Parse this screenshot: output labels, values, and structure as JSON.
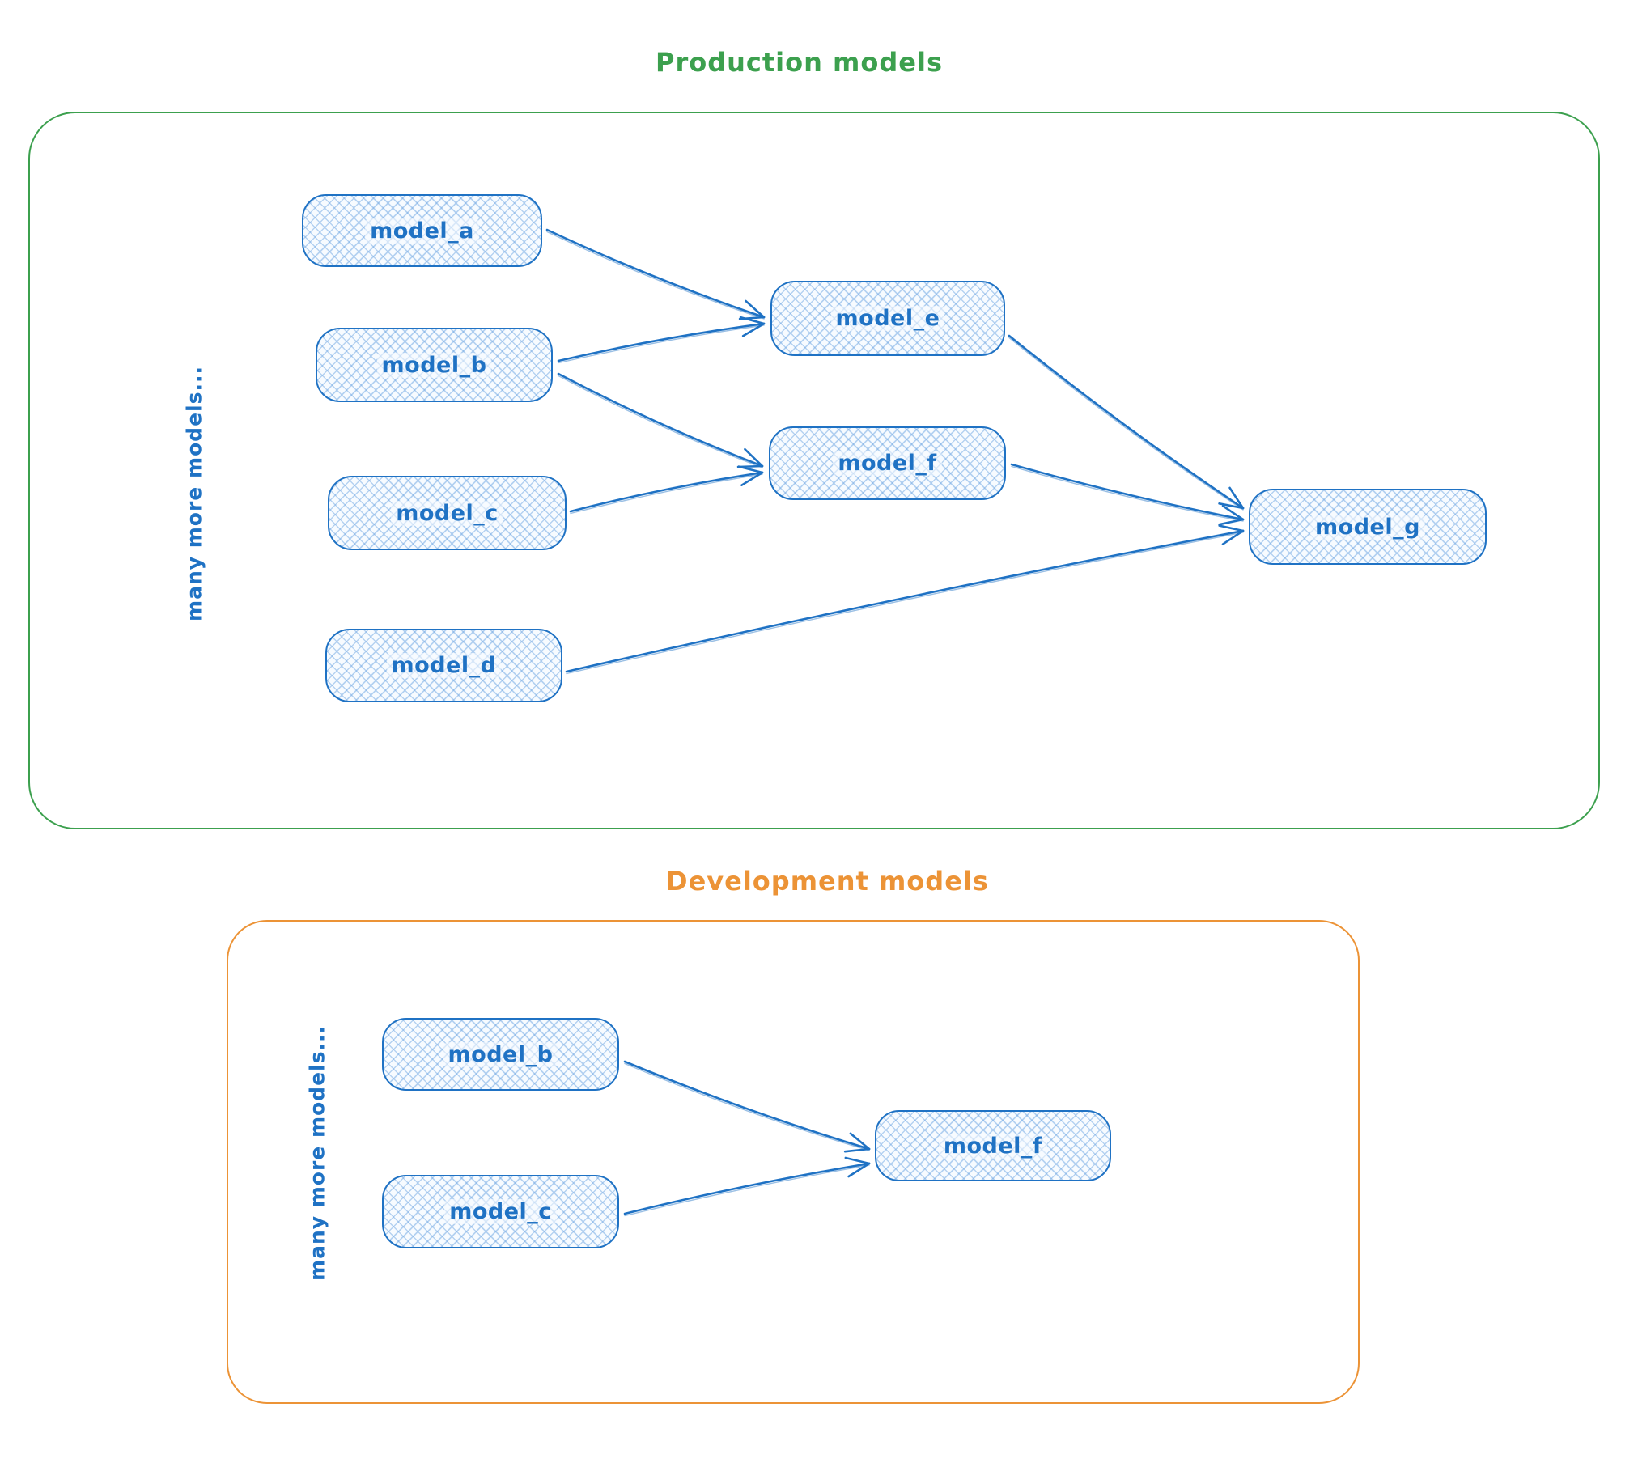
{
  "diagram": {
    "style": {
      "node_stroke_color": "#1f72c4",
      "node_fill_pattern": "cross-hatch",
      "node_fill_tint": "#a5d8ff",
      "production_accent_color": "#3ca04e",
      "development_accent_color": "#ec9336",
      "arrow_color": "#1f72c4"
    },
    "sections": [
      {
        "id": "production",
        "title": "Production models",
        "side_label": "many more models...",
        "nodes": [
          {
            "id": "model_a",
            "label": "model_a"
          },
          {
            "id": "model_b",
            "label": "model_b"
          },
          {
            "id": "model_c",
            "label": "model_c"
          },
          {
            "id": "model_d",
            "label": "model_d"
          },
          {
            "id": "model_e",
            "label": "model_e"
          },
          {
            "id": "model_f",
            "label": "model_f"
          },
          {
            "id": "model_g",
            "label": "model_g"
          }
        ],
        "edges": [
          {
            "from": "model_a",
            "to": "model_e"
          },
          {
            "from": "model_b",
            "to": "model_e"
          },
          {
            "from": "model_b",
            "to": "model_f"
          },
          {
            "from": "model_c",
            "to": "model_f"
          },
          {
            "from": "model_e",
            "to": "model_g"
          },
          {
            "from": "model_f",
            "to": "model_g"
          },
          {
            "from": "model_d",
            "to": "model_g"
          }
        ]
      },
      {
        "id": "development",
        "title": "Development models",
        "side_label": "many more models...",
        "nodes": [
          {
            "id": "model_b",
            "label": "model_b"
          },
          {
            "id": "model_c",
            "label": "model_c"
          },
          {
            "id": "model_f",
            "label": "model_f"
          }
        ],
        "edges": [
          {
            "from": "model_b",
            "to": "model_f"
          },
          {
            "from": "model_c",
            "to": "model_f"
          }
        ]
      }
    ]
  }
}
